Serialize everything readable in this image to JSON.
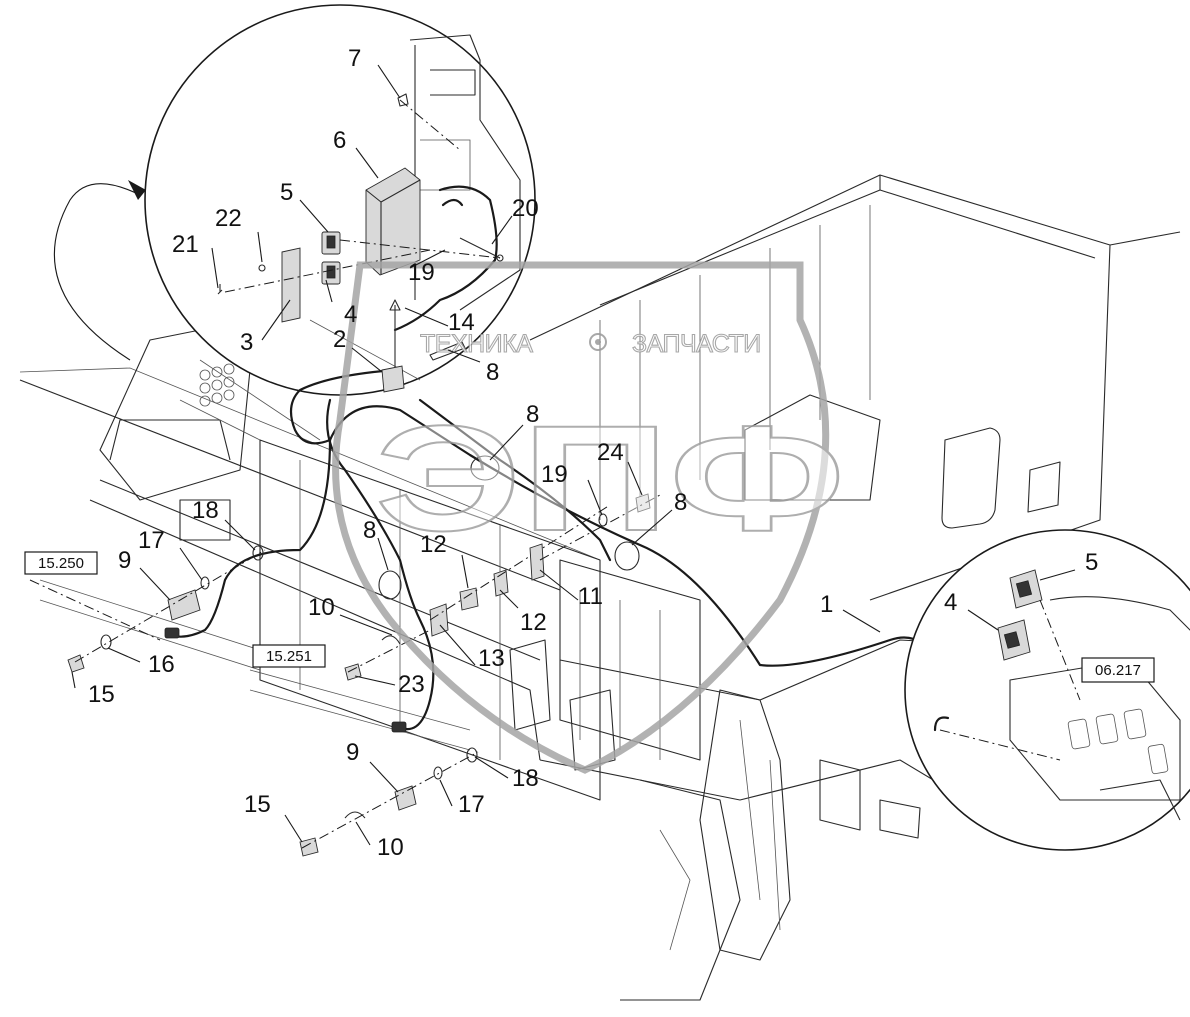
{
  "diagram": {
    "callouts": [
      "7",
      "6",
      "5",
      "22",
      "21",
      "20",
      "19",
      "4",
      "3",
      "2",
      "14",
      "8",
      "8",
      "24",
      "19",
      "8",
      "18",
      "17",
      "9",
      "8",
      "12",
      "11",
      "12",
      "10",
      "13",
      "1",
      "5",
      "4",
      "16",
      "15",
      "23",
      "9",
      "18",
      "17",
      "15",
      "10"
    ],
    "reference_boxes": [
      "15.250",
      "15.251",
      "06.217"
    ],
    "watermark": {
      "left_text": "ТЕХНИКА",
      "right_text": "ЗАПЧАСТИ",
      "logo_letters": "ЭПФ"
    }
  }
}
